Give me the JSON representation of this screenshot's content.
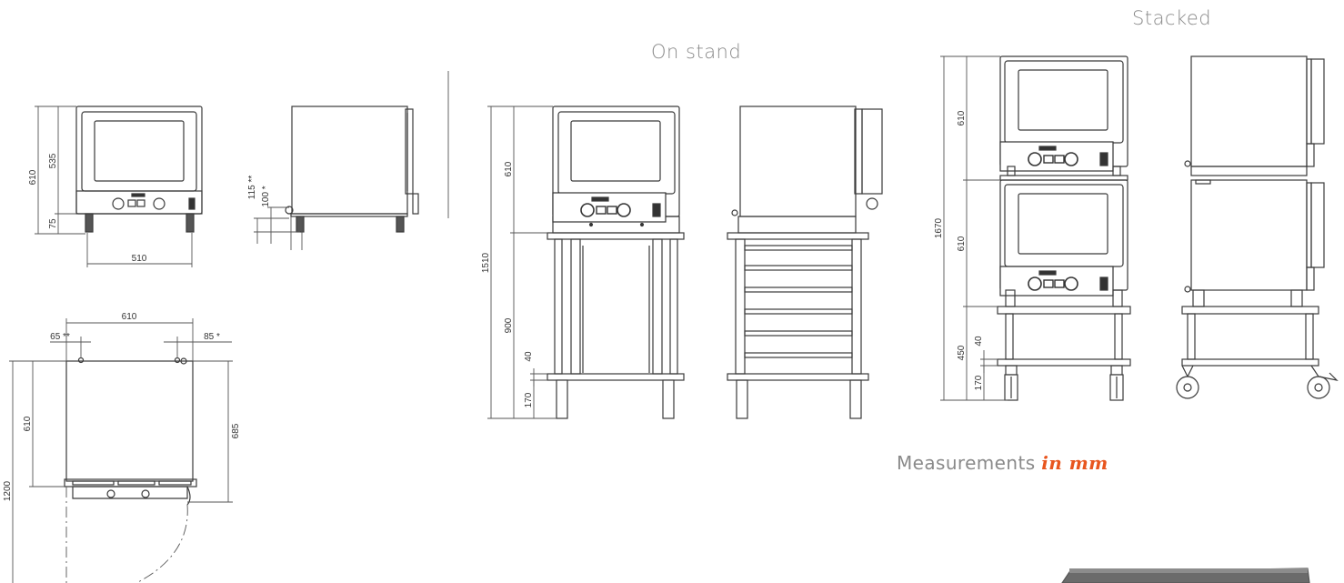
{
  "titles": {
    "on_stand": "On stand",
    "stacked": "Stacked"
  },
  "measurements": {
    "prefix": "Measurements",
    "unit": "in mm"
  },
  "dims": {
    "front_height": "610",
    "front_body": "535",
    "front_feet": "75",
    "front_width": "510",
    "side_100": "100 *",
    "side_115": "115 **",
    "top_width": "610",
    "top_65": "65 **",
    "top_85": "85 *",
    "top_depth": "610",
    "top_685": "685",
    "top_1200": "1200",
    "stand_oven": "610",
    "stand_total": "1510",
    "stand_900": "900",
    "stand_40": "40",
    "stand_170": "170",
    "stack_total": "1670",
    "stack_610a": "610",
    "stack_610b": "610",
    "stack_450": "450",
    "stack_40": "40",
    "stack_170": "170"
  },
  "colors": {
    "line": "#3a3a3a",
    "dim": "#555555",
    "title": "#8a8a8a",
    "accent": "#e8551e"
  }
}
